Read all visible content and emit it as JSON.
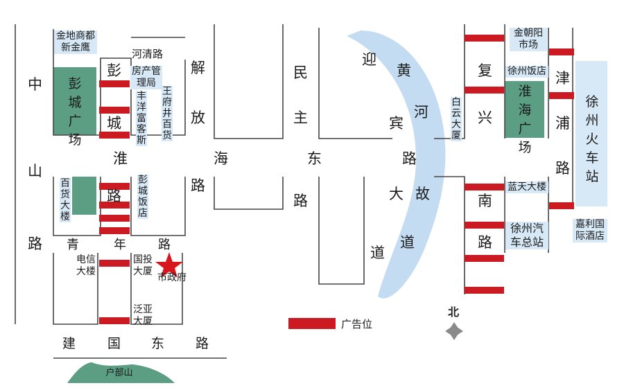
{
  "colors": {
    "ad_bar": "#cc1a22",
    "plaza": "#5c9e84",
    "label_bg": "#d7e8f6",
    "river": "#c4dcf2",
    "road_line": "#444444",
    "star": "#d8161e"
  },
  "roads": {
    "zhongshan": [
      "中",
      "山",
      "路"
    ],
    "huaihai": [
      "淮",
      "海",
      "东",
      "路"
    ],
    "pengcheng_top": [
      "彭",
      "城"
    ],
    "pengcheng_bottom": "路",
    "jiefang": [
      "解",
      "放"
    ],
    "jiefang_bottom": "路",
    "minzhu": [
      "民",
      "主"
    ],
    "minzhu_bottom": "路",
    "yingbin": [
      "迎",
      "宾"
    ],
    "yingbin_bottom": [
      "大",
      "道"
    ],
    "huanghe": [
      "黄",
      "河"
    ],
    "gudao": [
      "故",
      "道"
    ],
    "fuxing": [
      "复",
      "兴"
    ],
    "fuxing_bottom": [
      "南",
      "路"
    ],
    "jinpu": [
      "津",
      "浦",
      "路"
    ],
    "qingnian": [
      "青",
      "年",
      "路"
    ],
    "jianguo": [
      "建",
      "国",
      "东",
      "路"
    ],
    "heqing": "河清路"
  },
  "places": {
    "jindi": "金地商都新金鹰",
    "pengcheng_plaza": "彭城广场",
    "fangchan": "房产管理局",
    "fengyang": "丰洋富客斯",
    "wangfujing": "王府井百货",
    "baihuo": "百货大楼",
    "pengcheng_hotel": "彭城饭店",
    "dianxin": "电信大楼",
    "guotou": "国投大厦",
    "shizhengfu": "市政府",
    "fanya": "泛亚大厦",
    "hubushan": "户部山",
    "baiyun": "白云大厦",
    "jinzhaoyang": "金朝阳市场",
    "xuzhou_hotel": "徐州饭店",
    "huaihai_plaza": "淮海广场",
    "railway": "徐州火车站",
    "lantian": "蓝天大楼",
    "bus_station": "徐州汽车总站",
    "jiali": "嘉利国际酒店"
  },
  "legend": {
    "label": "广告位",
    "north": "北"
  }
}
